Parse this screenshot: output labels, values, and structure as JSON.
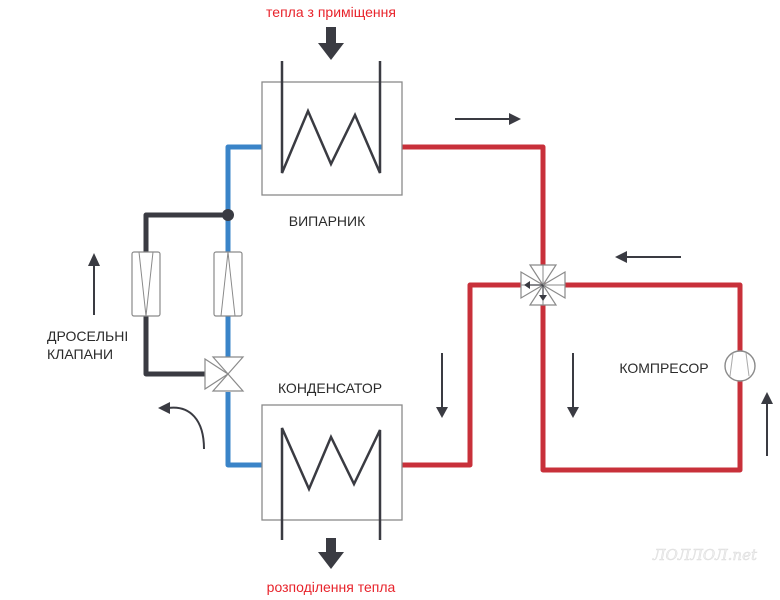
{
  "diagram": {
    "type": "heat-pump-refrigeration-cycle",
    "labels": {
      "heat_in": "тепла з приміщення",
      "heat_out": "розподілення тепла",
      "evaporator": "ВИПАРНИК",
      "condenser": "КОНДЕНСАТОР",
      "compressor": "КОМПРЕСОР",
      "expansion_valves_line1": "ДРОСЕЛЬНІ",
      "expansion_valves_line2": "КЛАПАНИ"
    },
    "colors": {
      "hot_line": "#c8303a",
      "cold_line": "#3a84c8",
      "liquid_line": "#3a3b42",
      "component_stroke": "#888888",
      "accent_text": "#e8232b",
      "arrow": "#3a3b42"
    },
    "components": [
      {
        "id": "evaporator",
        "kind": "heat-exchanger"
      },
      {
        "id": "condenser",
        "kind": "heat-exchanger"
      },
      {
        "id": "compressor",
        "kind": "compressor"
      },
      {
        "id": "four-way-valve",
        "kind": "reversing-valve"
      },
      {
        "id": "three-way-valve",
        "kind": "valve"
      },
      {
        "id": "expansion-valve-1",
        "kind": "expansion-valve"
      },
      {
        "id": "expansion-valve-2",
        "kind": "expansion-valve"
      }
    ],
    "flow_arrows": [
      "right",
      "left",
      "down",
      "down",
      "up",
      "up",
      "curved-left"
    ],
    "watermark": "ЛОЛЛОЛ.net"
  }
}
